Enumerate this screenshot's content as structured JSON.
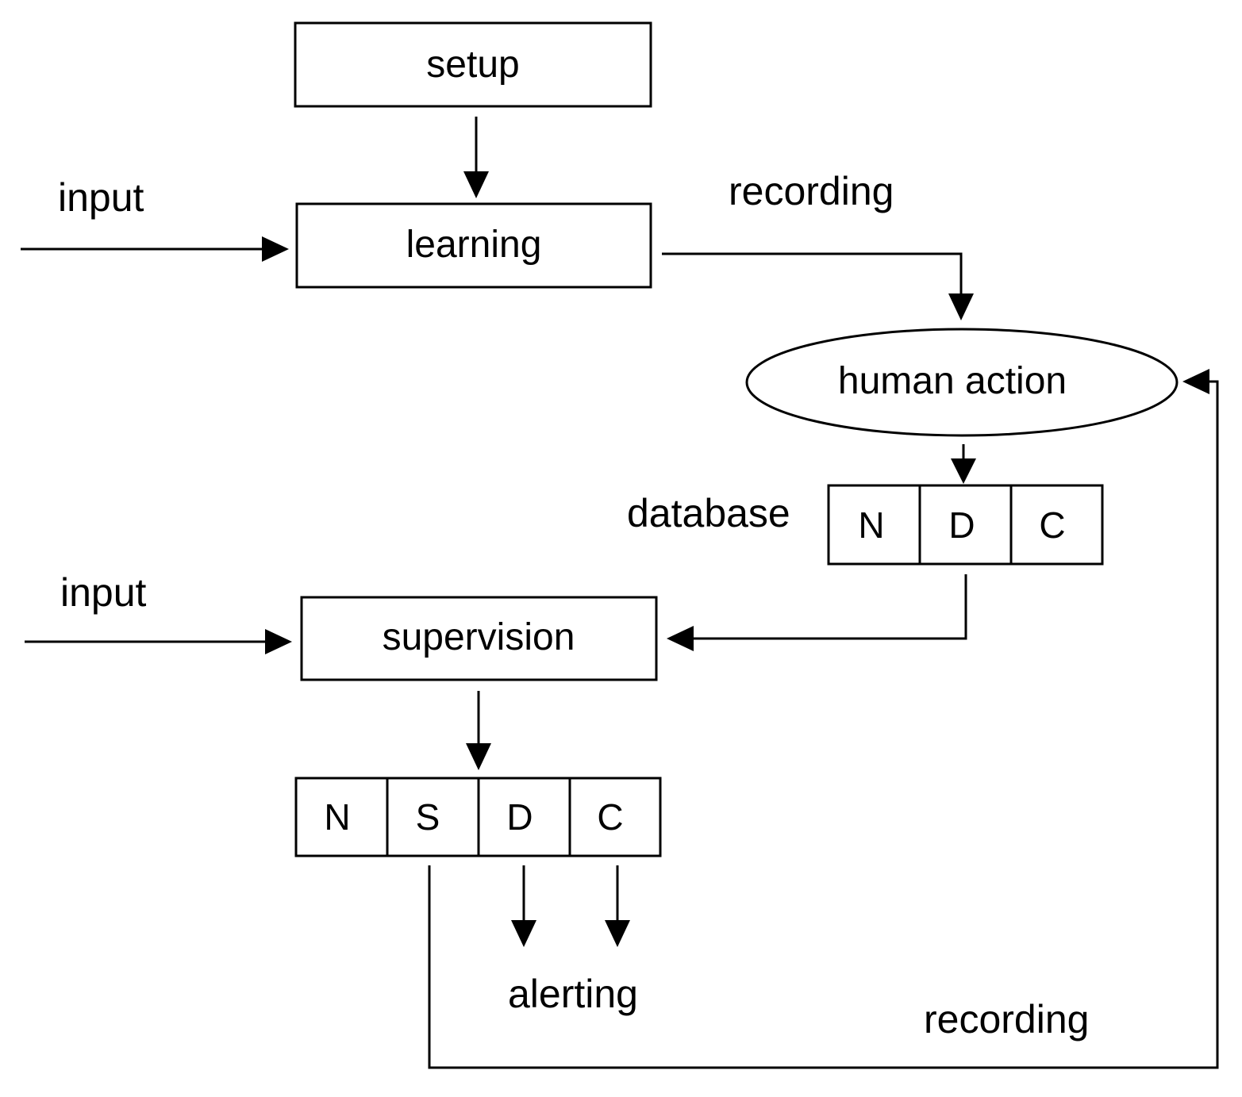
{
  "diagram": {
    "nodes": {
      "setup": "setup",
      "learning": "learning",
      "human_action": "human action",
      "supervision": "supervision"
    },
    "labels": {
      "input_top": "input",
      "input_bottom": "input",
      "recording_top": "recording",
      "recording_bottom": "recording",
      "database": "database",
      "alerting": "alerting"
    },
    "database_cells": [
      "N",
      "D",
      "C"
    ],
    "result_cells": [
      "N",
      "S",
      "D",
      "C"
    ]
  }
}
